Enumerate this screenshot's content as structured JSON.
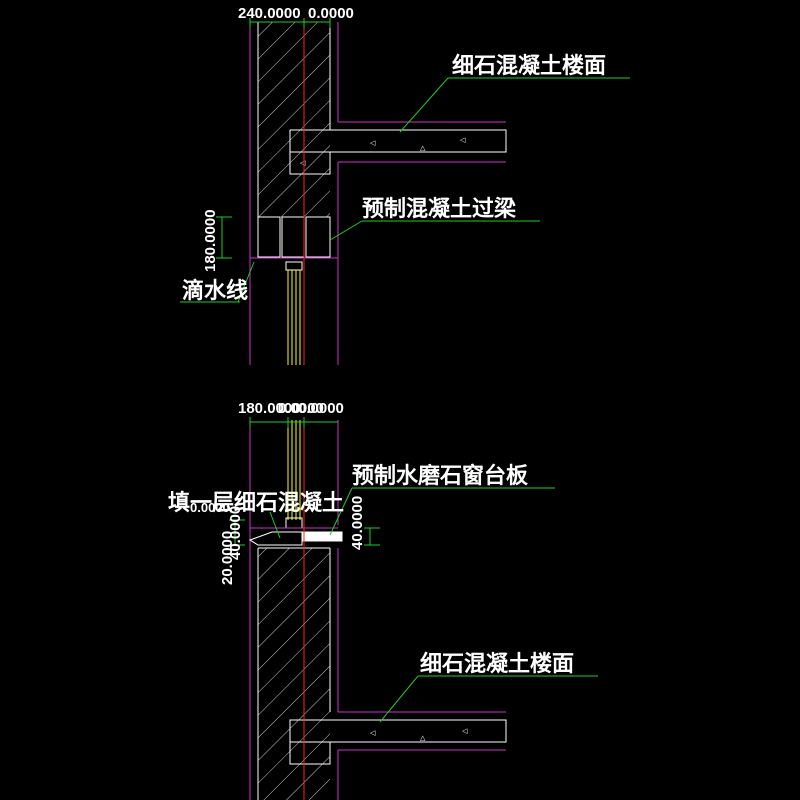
{
  "colors": {
    "background": "#000000",
    "wall_outline": "#ffffff",
    "finish_line": "#cc33cc",
    "centerline": "#ff2222",
    "dimension": "#22cc22",
    "leader": "#22cc22",
    "window_frame": "#ffff00",
    "text": "#ffffff"
  },
  "top_detail": {
    "dimensions": {
      "top_width": "240.0000",
      "top_offset": "0.0000",
      "lintel_height": "180.0000"
    },
    "labels": {
      "floor_finish": "细石混凝土楼面",
      "lintel": "预制混凝土过梁",
      "drip_line": "滴水线"
    }
  },
  "bottom_detail": {
    "dimensions": {
      "sill_width": "180.0000",
      "sill_offset_a": "0.0000",
      "sill_offset_b": "0.0000",
      "sill_thickness": "40.0000",
      "left_small_a": "20.0000",
      "left_small_b": "40.0000",
      "left_small_c": "0.0000"
    },
    "labels": {
      "sill_board": "预制水磨石窗台板",
      "infill": "填一层细石混凝土",
      "floor_finish": "细石混凝土楼面"
    }
  }
}
